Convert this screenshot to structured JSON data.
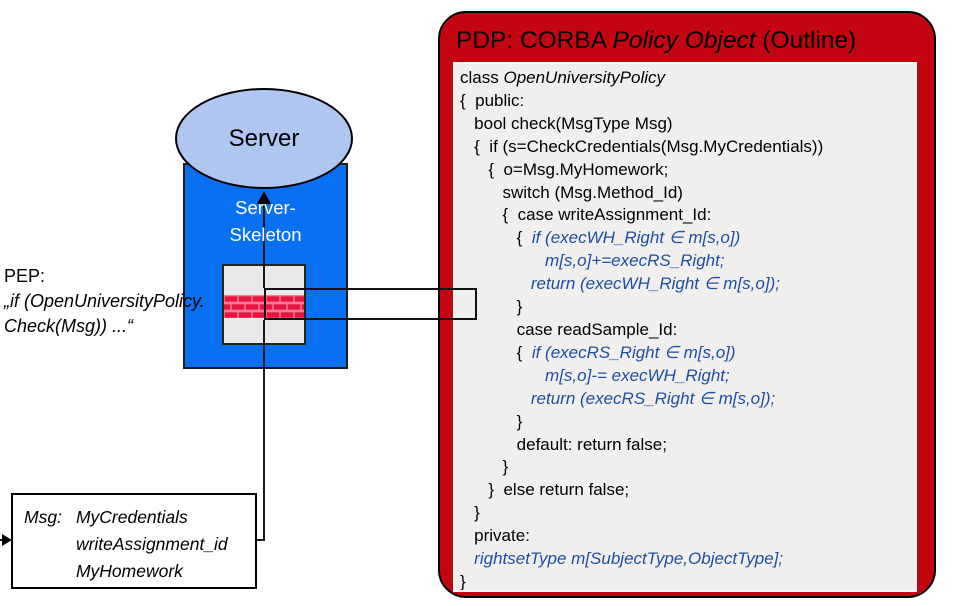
{
  "colors": {
    "pdp_red": "#c30511",
    "skeleton_blue": "#0a70f2",
    "ellipse_blue": "#aec6f0",
    "code_blue": "#1d4f9e",
    "brick_red": "#e91540",
    "brick_mortar": "#fa7b94"
  },
  "server": {
    "label": "Server",
    "skeleton_line1": "Server-",
    "skeleton_line2": "Skeleton"
  },
  "pep": {
    "line1": "PEP:",
    "line2": "„if (OpenUniversityPolicy.",
    "line3": "Check(Msg)) ...“"
  },
  "msg_box": {
    "label": "Msg:",
    "values": [
      "MyCredentials",
      "writeAssignment_id",
      "MyHomework"
    ]
  },
  "pdp": {
    "title_segments": [
      {
        "t": "PDP: CORBA ",
        "s": "r"
      },
      {
        "t": "Policy Object",
        "s": "i"
      },
      {
        "t": " (Outline)",
        "s": "r"
      }
    ],
    "code_lines": [
      [
        {
          "t": "class ",
          "s": "r"
        },
        {
          "t": "OpenUniversityPolicy",
          "s": "i"
        }
      ],
      [
        {
          "t": "{  public:",
          "s": "r"
        }
      ],
      [
        {
          "t": "   bool check(MsgType Msg)",
          "s": "r"
        }
      ],
      [
        {
          "t": "   {  if (s=CheckCredentials(Msg.MyCredentials))",
          "s": "r"
        }
      ],
      [
        {
          "t": "      {  o=Msg.MyHomework;",
          "s": "r"
        }
      ],
      [
        {
          "t": "         switch (Msg.Method_Id)",
          "s": "r"
        }
      ],
      [
        {
          "t": "         {  case writeAssignment_Id:",
          "s": "r"
        }
      ],
      [
        {
          "t": "            {  ",
          "s": "r"
        },
        {
          "t": "if (execWH_Right ∈ m[s,o])",
          "s": "b"
        }
      ],
      [
        {
          "t": "                  ",
          "s": "r"
        },
        {
          "t": "m[s,o]+=execRS_Right;",
          "s": "b"
        }
      ],
      [
        {
          "t": "               ",
          "s": "r"
        },
        {
          "t": "return (execWH_Right ∈ m[s,o]);",
          "s": "b"
        }
      ],
      [
        {
          "t": "            }",
          "s": "r"
        }
      ],
      [
        {
          "t": "            case readSample_Id:",
          "s": "r"
        }
      ],
      [
        {
          "t": "            {  ",
          "s": "r"
        },
        {
          "t": "if (execRS_Right ∈ m[s,o])",
          "s": "b"
        }
      ],
      [
        {
          "t": "                  ",
          "s": "r"
        },
        {
          "t": "m[s,o]-= execWH_Right;",
          "s": "b"
        }
      ],
      [
        {
          "t": "               ",
          "s": "r"
        },
        {
          "t": "return (execRS_Right ∈ m[s,o]);",
          "s": "b"
        }
      ],
      [
        {
          "t": "            }",
          "s": "r"
        }
      ],
      [
        {
          "t": "            default: return false;",
          "s": "r"
        }
      ],
      [
        {
          "t": "         }",
          "s": "r"
        }
      ],
      [
        {
          "t": "      }  else return false;",
          "s": "r"
        }
      ],
      [
        {
          "t": "   }",
          "s": "r"
        }
      ],
      [
        {
          "t": "   private:",
          "s": "r"
        }
      ],
      [
        {
          "t": "   ",
          "s": "r"
        },
        {
          "t": "rightsetType m[SubjectType,ObjectType];",
          "s": "b"
        }
      ],
      [
        {
          "t": "}",
          "s": "r"
        }
      ]
    ]
  }
}
